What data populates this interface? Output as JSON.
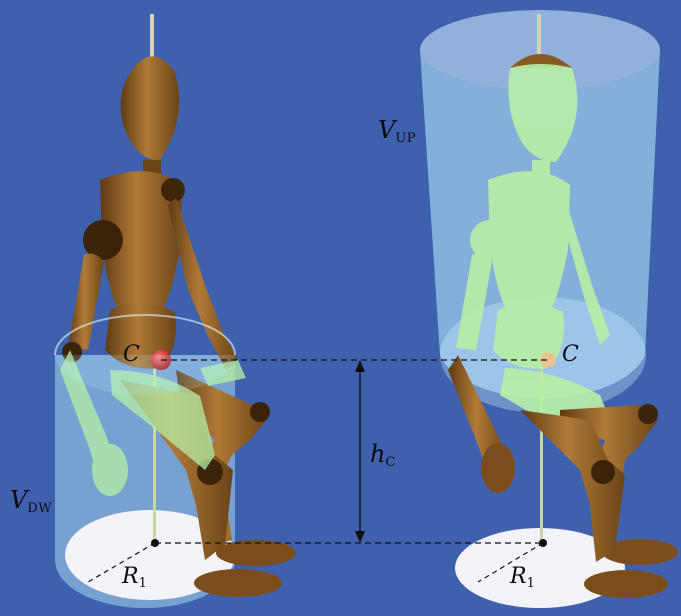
{
  "labels": {
    "v_up": {
      "main": "V",
      "sub": "UP"
    },
    "v_dw": {
      "main": "V",
      "sub": "DW"
    },
    "c_left": "C",
    "c_right": "C",
    "h_c": {
      "main": "h",
      "sub": "C"
    },
    "r1_left": {
      "main": "R",
      "sub": "1"
    },
    "r1_right": {
      "main": "R",
      "sub": "1"
    }
  },
  "colors": {
    "background": "#3f61ad",
    "wood": "#8a5a24",
    "wood_dark": "#4a2e10",
    "volume_fill": "#bfefff",
    "body_inside_volume": "#b7f0a6",
    "center_marker": "#d4141c"
  }
}
